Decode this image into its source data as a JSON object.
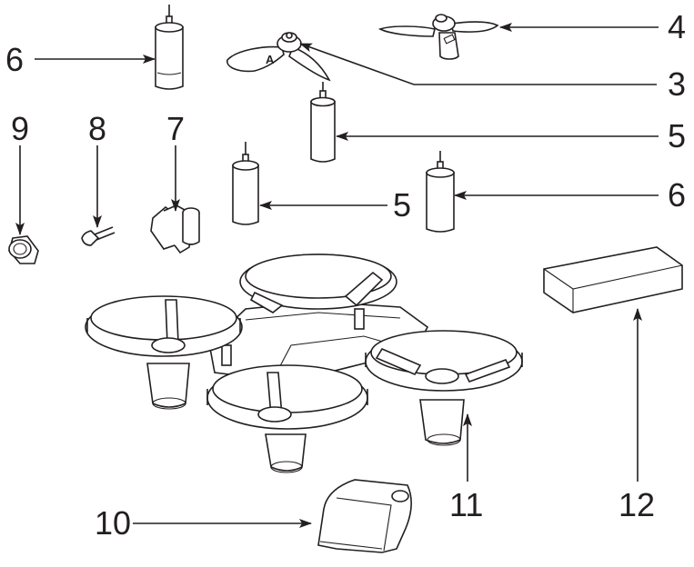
{
  "labels": {
    "motor_cw_top": "6",
    "prop_a": "3",
    "prop_b": "4",
    "motor_ccw_top": "5",
    "motor_ccw_mid": "5",
    "motor_cw_mid": "6",
    "part_9": "9",
    "part_8": "8",
    "part_7": "7",
    "canopy": "10",
    "frame": "11",
    "battery": "12"
  }
}
